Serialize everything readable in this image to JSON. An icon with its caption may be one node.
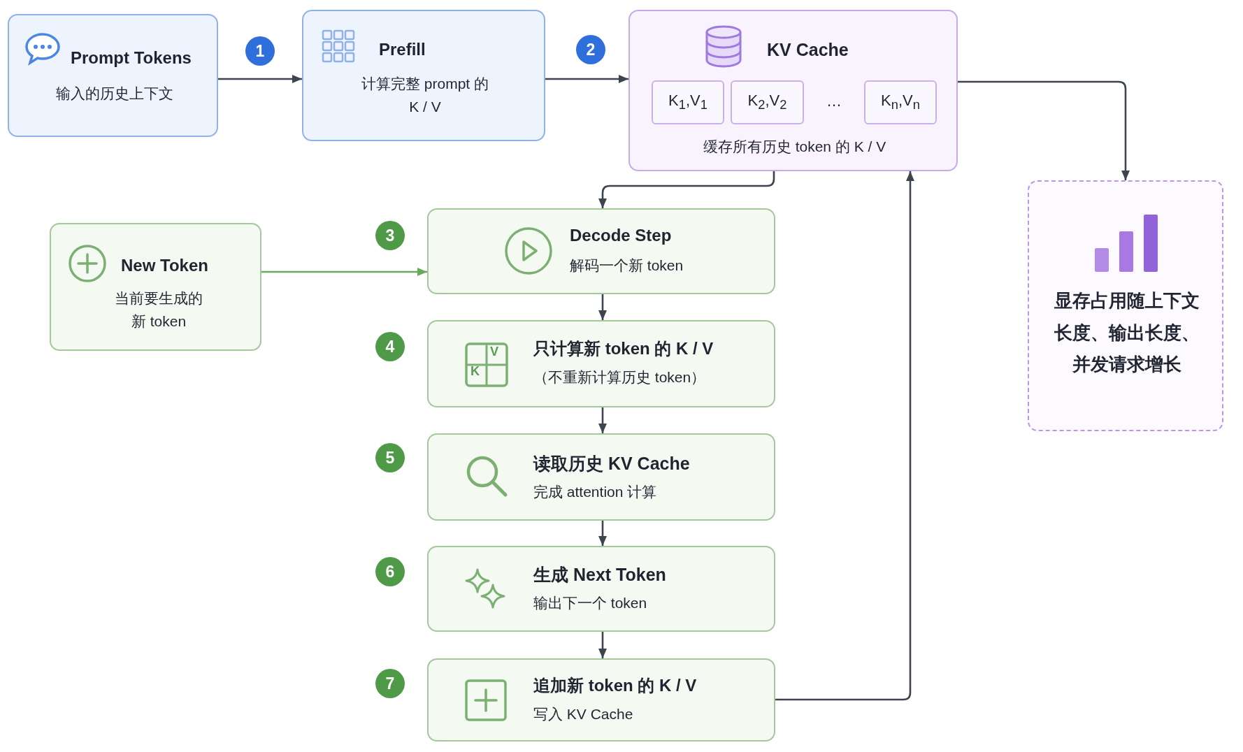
{
  "diagram": {
    "nodes": [
      {
        "text": [
          "Prompt Tokens",
          "输入的历史上下文"
        ]
      },
      {
        "text": [
          "1"
        ]
      },
      {
        "text": [
          "Prefill",
          "计算完整 prompt 的 K / V"
        ]
      },
      {
        "text": [
          "2"
        ]
      },
      {
        "text": [
          "KV Cache",
          "…",
          "缓存所有历史 token 的 K / V"
        ]
      },
      {
        "text": [
          "K$_{1}$,V$_{1}$"
        ],
        "in": 4
      },
      {
        "text": [
          "K$_{2}$,V$_{2}$"
        ],
        "in": 4
      },
      {
        "text": [
          "K$_{n}$,V$_{n}$"
        ],
        "in": 4
      },
      {
        "text": [
          "显存占用随上下文长度、输出长度、并发请求增长"
        ]
      },
      {
        "text": [
          "New Token",
          "当前要生成的新 token"
        ]
      },
      {
        "text": [
          "3"
        ]
      },
      {
        "text": [
          "Decode Step",
          "解码一个新 token"
        ]
      },
      {
        "text": [
          "4"
        ]
      },
      {
        "text": [
          "只计算新 token 的 K / V",
          "（不重新计算历史 token）"
        ]
      },
      {
        "text": [
          "5"
        ]
      },
      {
        "text": [
          "读取历史 KV Cache",
          "完成 attention 计算"
        ]
      },
      {
        "text": [
          "6"
        ]
      },
      {
        "text": [
          "生成 Next Token",
          "输出下一个 token"
        ]
      },
      {
        "text": [
          "7"
        ]
      },
      {
        "text": [
          "追加新 token 的 K / V",
          "写入 KV Cache"
        ]
      }
    ],
    "edges": [
      {
        "from": 0,
        "to": 2,
        "arrow": "to"
      },
      {
        "from": 2,
        "to": 4,
        "arrow": "to"
      },
      {
        "from": 4,
        "to": 8,
        "arrow": "to"
      },
      {
        "from": 4,
        "to": 11,
        "arrow": "to"
      },
      {
        "from": 9,
        "to": 11,
        "arrow": "to",
        "color": "#6aaa5f"
      },
      {
        "from": 11,
        "to": 13,
        "arrow": "to"
      },
      {
        "from": 13,
        "to": 15,
        "arrow": "to"
      },
      {
        "from": 15,
        "to": 17,
        "arrow": "to"
      },
      {
        "from": 17,
        "to": 19,
        "arrow": "to"
      },
      {
        "from": 19,
        "to": 4,
        "arrow": "to"
      }
    ],
    "labels": [
      "V",
      "K"
    ]
  }
}
